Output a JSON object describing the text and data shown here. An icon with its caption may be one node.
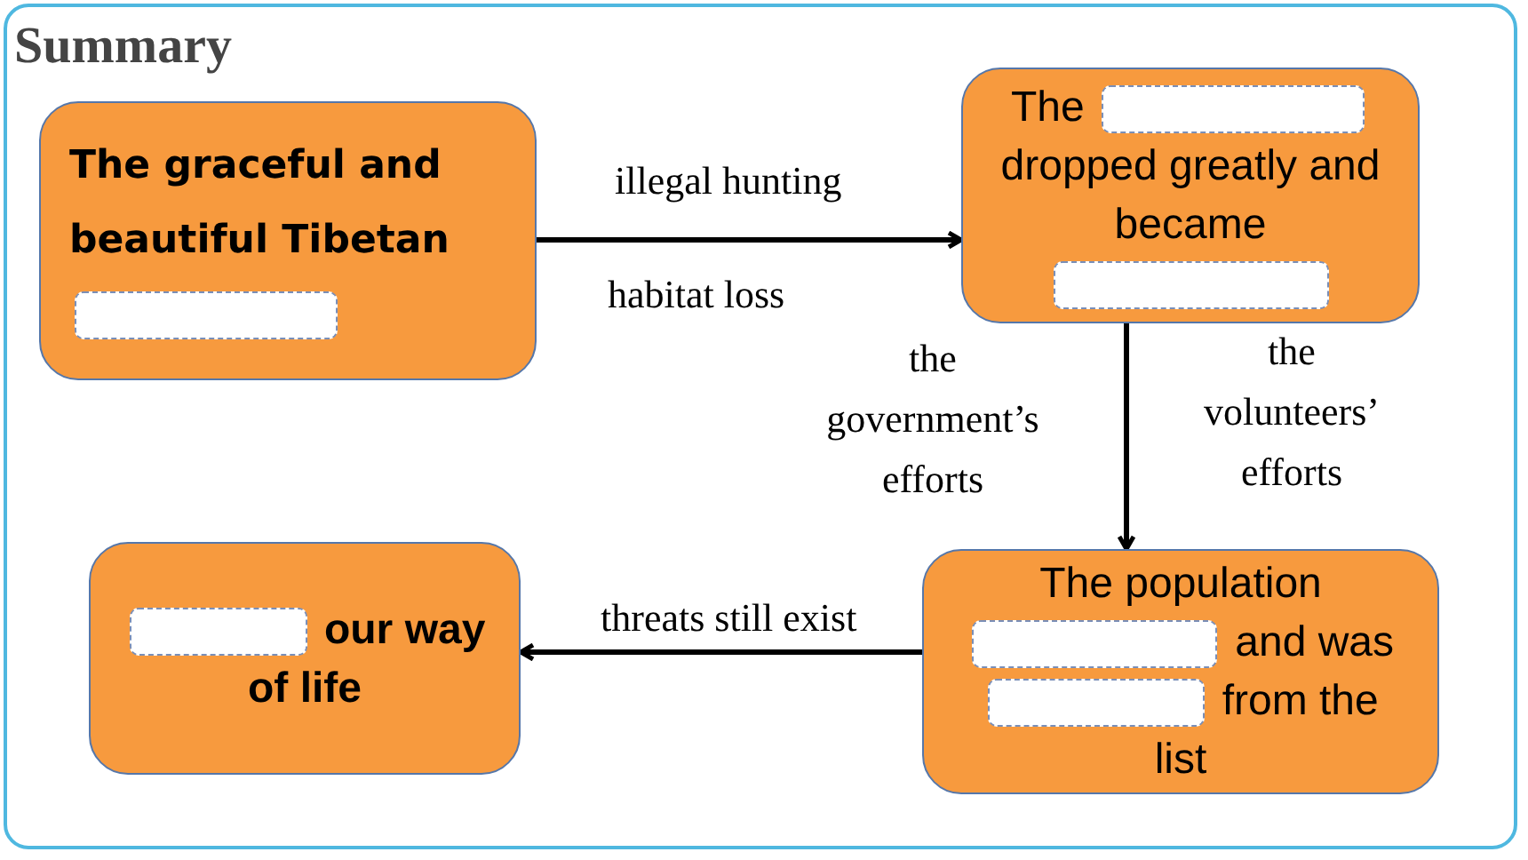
{
  "diagram": {
    "title": "Summary",
    "nodes": [
      {
        "text": [
          "The graceful and beautiful Tibetan"
        ]
      },
      {
        "text": [
          "The",
          "dropped greatly and became"
        ]
      },
      {
        "text": [
          "The population",
          "and was",
          "from the list"
        ]
      },
      {
        "text": [
          "our way of life"
        ]
      }
    ],
    "edges": [
      {
        "from": 0,
        "to": 1,
        "arrow": "to",
        "label": "illegal hunting"
      },
      {
        "from": 1,
        "to": 2,
        "arrow": "to"
      },
      {
        "from": 2,
        "to": 3,
        "arrow": "to",
        "label": "threats still exist"
      }
    ],
    "labels": [
      "habitat loss",
      "the government’s efforts",
      "the volunteers’ efforts"
    ]
  }
}
